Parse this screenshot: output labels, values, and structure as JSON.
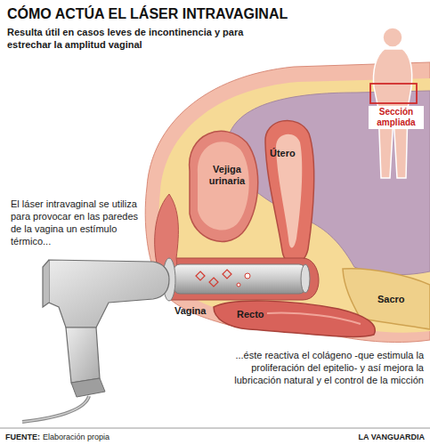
{
  "diagram": {
    "title": "CÓMO ACTÚA EL LÁSER INTRAVAGINAL",
    "labels": [
      "Resulta útil en casos leves de incontinencia y para estrechar la amplitud vaginal",
      "Sección ampliada",
      "El láser intravaginal se utiliza para provocar en las paredes de la vagina un estímulo térmico...",
      "Útero",
      "Vejiga urinaria",
      "Vagina",
      "Recto",
      "Sacro",
      "...éste reactiva el colágeno -que estimula la proliferación del epitelio- y así mejora la lubricación natural y el control de la micción",
      "FUENTE:",
      "Elaboración propia",
      "LA VANGUARDIA"
    ]
  }
}
